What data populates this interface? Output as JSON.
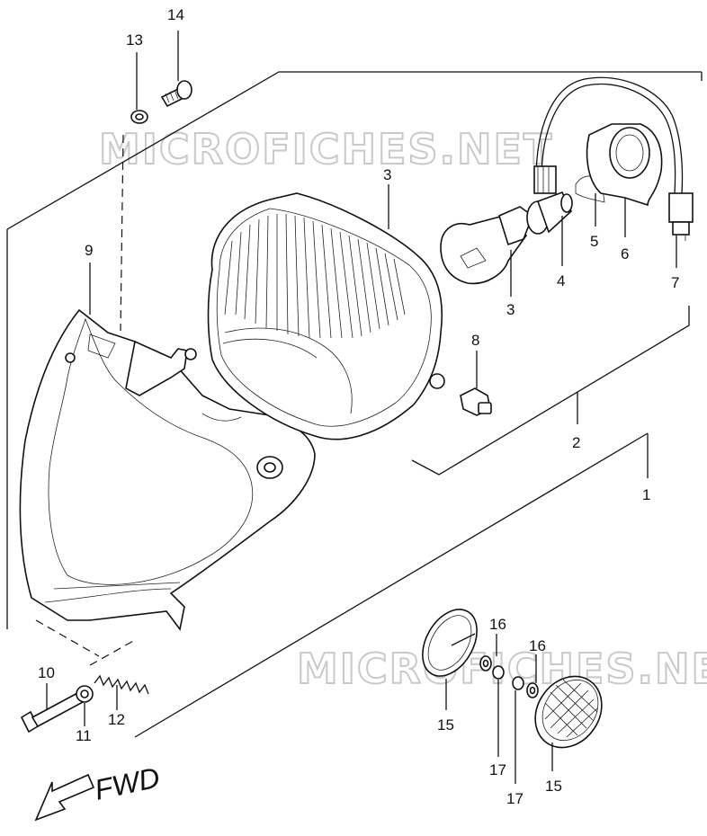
{
  "watermark": "MICROFICHES.NET",
  "direction_label": "FWD",
  "callouts": {
    "p1": "1",
    "p2": "2",
    "p3a": "3",
    "p3b": "3",
    "p4": "4",
    "p5": "5",
    "p6": "6",
    "p7": "7",
    "p8": "8",
    "p9": "9",
    "p10": "10",
    "p11": "11",
    "p12": "12",
    "p13": "13",
    "p14": "14",
    "p15a": "15",
    "p15b": "15",
    "p16a": "16",
    "p16b": "16",
    "p17a": "17",
    "p17b": "17"
  }
}
